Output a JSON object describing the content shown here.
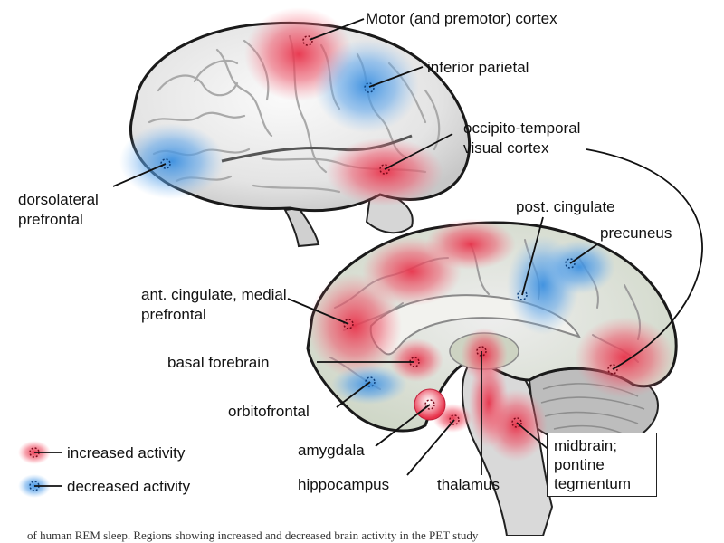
{
  "colors": {
    "increased": "#e8324a",
    "decreased": "#3a8fe0"
  },
  "labels": {
    "motor": "Motor (and premotor) cortex",
    "inferior_parietal": "inferior parietal",
    "occipito_temporal": "occipito-temporal visual cortex",
    "dorsolateral": "dorsolateral prefrontal",
    "post_cingulate": "post. cingulate",
    "precuneus": "precuneus",
    "ant_cingulate": "ant. cingulate, medial prefrontal",
    "basal_forebrain": "basal forebrain",
    "orbitofrontal": "orbitofrontal",
    "amygdala": "amygdala",
    "hippocampus": "hippocampus",
    "thalamus": "thalamus",
    "midbrain": "midbrain; pontine tegmentum"
  },
  "legend": {
    "increased": "increased activity",
    "decreased": "decreased activity"
  },
  "caption": "of human REM sleep. Regions showing increased and decreased brain activity in the PET study"
}
